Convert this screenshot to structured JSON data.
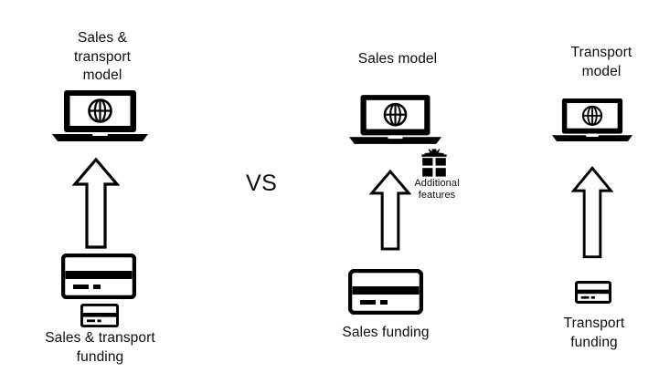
{
  "diagram": {
    "title_text": "VS",
    "columns": [
      {
        "id": "combined",
        "model_label": "Sales &\ntransport\nmodel",
        "funding_label": "Sales & transport\nfunding",
        "model_icon": "laptop-globe-icon",
        "flow_icon": "up-arrow-icon",
        "funding_icons": [
          "credit-card-icon-large",
          "credit-card-icon-small"
        ]
      },
      {
        "id": "sales",
        "model_label": "Sales model",
        "funding_label": "Sales funding",
        "extra_label": "Additional\nfeatures",
        "extra_icon": "gift-icon",
        "model_icon": "laptop-globe-icon",
        "flow_icon": "up-arrow-icon",
        "funding_icons": [
          "credit-card-icon-large"
        ]
      },
      {
        "id": "transport",
        "model_label": "Transport\nmodel",
        "funding_label": "Transport\nfunding",
        "model_icon": "laptop-globe-icon",
        "flow_icon": "up-arrow-icon",
        "funding_icons": [
          "credit-card-icon-small"
        ]
      }
    ],
    "colors": {
      "stroke": "#000000",
      "fill": "#000000",
      "background": "#ffffff",
      "text": "#0d0d0d"
    }
  }
}
